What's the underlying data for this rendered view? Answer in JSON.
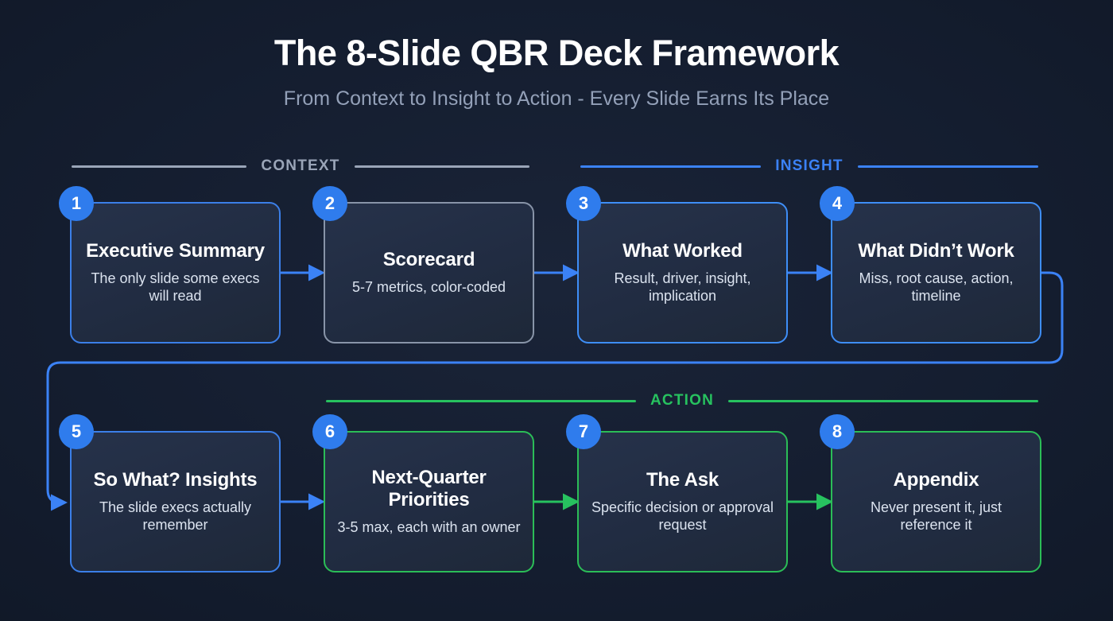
{
  "header": {
    "title": "The 8-Slide QBR Deck Framework",
    "subtitle": "From Context to Insight to Action - Every Slide Earns Its Place"
  },
  "sections": [
    {
      "id": "context",
      "label": "CONTEXT",
      "color": "#9aa5b8"
    },
    {
      "id": "insight",
      "label": "INSIGHT",
      "color": "#3b82f6"
    },
    {
      "id": "action",
      "label": "ACTION",
      "color": "#27c25f"
    }
  ],
  "cards": [
    {
      "number": "1",
      "title": "Executive Summary",
      "desc": "The only slide some execs will read",
      "accent": "#3b7fe8",
      "section": "context"
    },
    {
      "number": "2",
      "title": "Scorecard",
      "desc": "5-7 metrics, color-coded",
      "accent": "#8894a8",
      "section": "context"
    },
    {
      "number": "3",
      "title": "What Worked",
      "desc": "Result, driver, insight, implication",
      "accent": "#3e8ef7",
      "section": "insight"
    },
    {
      "number": "4",
      "title": "What Didn’t Work",
      "desc": "Miss, root cause, action, timeline",
      "accent": "#3e8ef7",
      "section": "insight"
    },
    {
      "number": "5",
      "title": "So What? Insights",
      "desc": "The slide execs actually remember",
      "accent": "#3b7fe8",
      "section": "action"
    },
    {
      "number": "6",
      "title": "Next-Quarter Priorities",
      "desc": "3-5 max, each with an owner",
      "accent": "#2bbd57",
      "section": "action"
    },
    {
      "number": "7",
      "title": "The Ask",
      "desc": "Specific decision or approval request",
      "accent": "#2bbd57",
      "section": "action"
    },
    {
      "number": "8",
      "title": "Appendix",
      "desc": "Never present it, just reference it",
      "accent": "#2bbd57",
      "section": "action"
    }
  ],
  "connectors": [
    {
      "from": "1",
      "to": "2",
      "color": "#3b82f6",
      "kind": "straight"
    },
    {
      "from": "2",
      "to": "3",
      "color": "#3b82f6",
      "kind": "straight"
    },
    {
      "from": "3",
      "to": "4",
      "color": "#3b82f6",
      "kind": "straight"
    },
    {
      "from": "4",
      "to": "5",
      "color": "#3b82f6",
      "kind": "wrap"
    },
    {
      "from": "5",
      "to": "6",
      "color": "#3b82f6",
      "kind": "straight"
    },
    {
      "from": "6",
      "to": "7",
      "color": "#27c25f",
      "kind": "straight"
    },
    {
      "from": "7",
      "to": "8",
      "color": "#27c25f",
      "kind": "straight"
    }
  ],
  "theme": {
    "background": "#131c2e",
    "card_fill": "#232f45",
    "badge_color": "#2f7ced",
    "title_color": "#ffffff",
    "subtitle_color": "#93a0b8"
  }
}
